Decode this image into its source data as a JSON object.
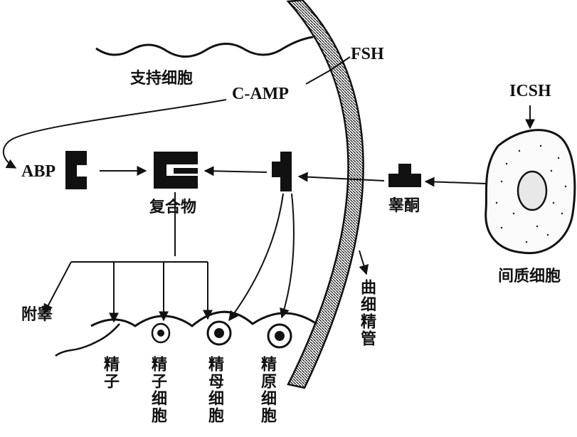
{
  "diagram": {
    "labels": {
      "sertoli_cell": "支持细胞",
      "c_amp": "C-AMP",
      "fsh": "FSH",
      "icsh": "ICSH",
      "abp": "ABP",
      "complex": "复合物",
      "testosterone": "睾酮",
      "interstitial_cell": "间质细胞",
      "epididymis": "附睾",
      "seminiferous_tubule": "曲细精管",
      "sperm": "精子",
      "spermatid": "精子细胞",
      "spermatocyte": "精母细胞",
      "spermatogonium": "精原细胞"
    },
    "colors": {
      "ink": "#111111",
      "paper": "#ffffff"
    }
  }
}
